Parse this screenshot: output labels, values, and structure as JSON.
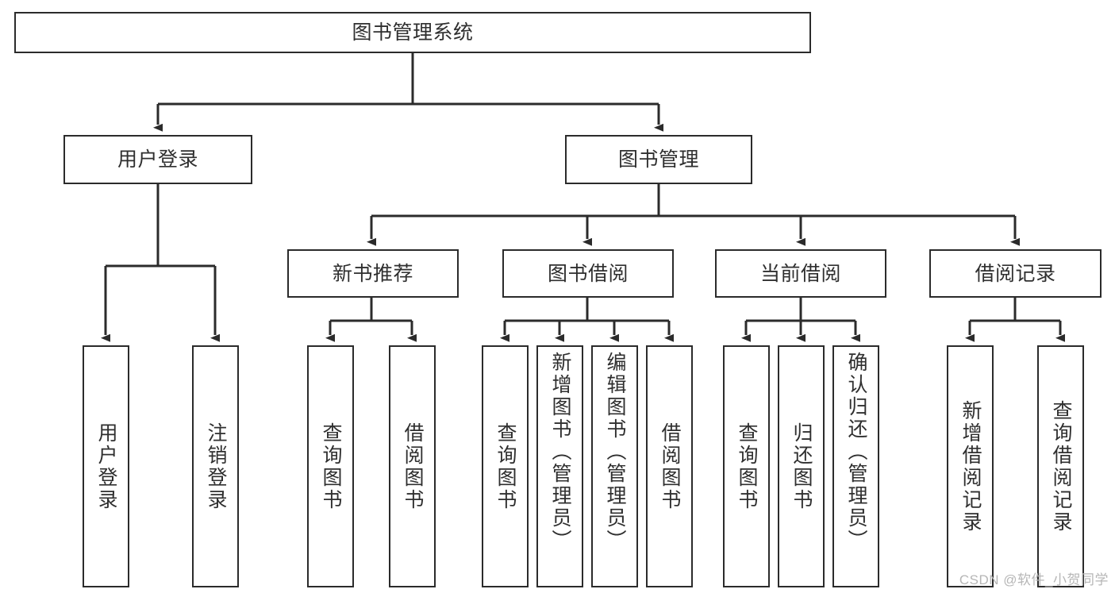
{
  "diagram": {
    "type": "tree-hierarchy",
    "title": "图书管理系统",
    "watermark": "CSDN @软件_小贺同学",
    "colors": {
      "background": "#ffffff",
      "box_border": "#2b2b2b",
      "box_fill": "#ffffff",
      "text": "#2f2f2f",
      "connector": "#2b2b2b",
      "watermark": "#b6b6b6"
    },
    "root": {
      "id": "root",
      "label": "图书管理系统",
      "orientation": "horizontal"
    },
    "level2": [
      {
        "id": "user-login",
        "label": "用户登录",
        "orientation": "horizontal"
      },
      {
        "id": "book-management",
        "label": "图书管理",
        "orientation": "horizontal"
      }
    ],
    "level3": [
      {
        "id": "new-book-recommend",
        "label": "新书推荐",
        "orientation": "horizontal",
        "parent": "book-management"
      },
      {
        "id": "book-borrow",
        "label": "图书借阅",
        "orientation": "horizontal",
        "parent": "book-management"
      },
      {
        "id": "current-borrow",
        "label": "当前借阅",
        "orientation": "horizontal",
        "parent": "book-management"
      },
      {
        "id": "borrow-record",
        "label": "借阅记录",
        "orientation": "horizontal",
        "parent": "book-management"
      }
    ],
    "leaves": [
      {
        "id": "leaf-user-login",
        "label": "用户登录",
        "parent": "user-login"
      },
      {
        "id": "leaf-logout-login",
        "label": "注销登录",
        "parent": "user-login"
      },
      {
        "id": "leaf-query-book-1",
        "label": "查询图书",
        "parent": "new-book-recommend"
      },
      {
        "id": "leaf-borrow-book-1",
        "label": "借阅图书",
        "parent": "new-book-recommend"
      },
      {
        "id": "leaf-query-book-2",
        "label": "查询图书",
        "parent": "book-borrow"
      },
      {
        "id": "leaf-add-book",
        "label": "新增图书（管理员）",
        "parent": "book-borrow"
      },
      {
        "id": "leaf-edit-book",
        "label": "编辑图书（管理员）",
        "parent": "book-borrow"
      },
      {
        "id": "leaf-borrow-book-2",
        "label": "借阅图书",
        "parent": "book-borrow"
      },
      {
        "id": "leaf-query-book-3",
        "label": "查询图书",
        "parent": "current-borrow"
      },
      {
        "id": "leaf-return-book",
        "label": "归还图书",
        "parent": "current-borrow"
      },
      {
        "id": "leaf-confirm-return",
        "label": "确认归还（管理员）",
        "parent": "current-borrow"
      },
      {
        "id": "leaf-add-record",
        "label": "新增借阅记录",
        "parent": "borrow-record"
      },
      {
        "id": "leaf-query-record",
        "label": "查询借阅记录",
        "parent": "borrow-record"
      }
    ]
  }
}
